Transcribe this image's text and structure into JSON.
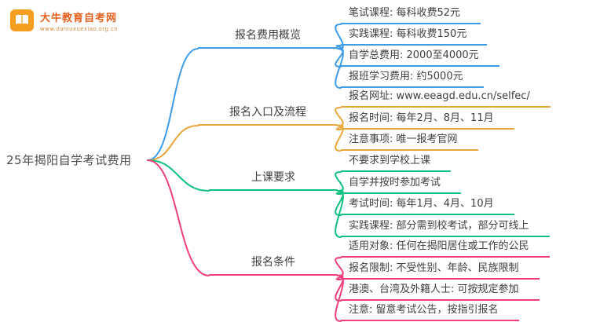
{
  "logo": {
    "title": "大牛教育自考网",
    "url": "www.daniuxuexiao.org.cn"
  },
  "root": {
    "label": "25年揭阳自学考试费用"
  },
  "colors": {
    "blue": "#3d9be9",
    "orange": "#eaa63a",
    "green": "#0ec17f",
    "pink": "#ee3e7d",
    "ink": "#3f3f3f",
    "root_ink": "#4a4a4a",
    "logo_red": "#e5601f",
    "logo_orange": "#f59e20",
    "logo_url": "#cf8a3e",
    "bg": "#ffffff"
  },
  "branches": [
    {
      "label": "报名费用概览",
      "color": "blue",
      "children": [
        {
          "label": "笔试课程: 每科收费52元"
        },
        {
          "label": "实践课程: 每科收费150元"
        },
        {
          "label": "自学总费用: 2000至4000元"
        },
        {
          "label": "报班学习费用: 约5000元"
        }
      ]
    },
    {
      "label": "报名入口及流程",
      "color": "orange",
      "children": [
        {
          "label": "报名网址: www.eeagd.edu.cn/selfec/"
        },
        {
          "label": "报名时间: 每年2月、8月、11月"
        },
        {
          "label": "注意事项: 唯一报考官网"
        }
      ]
    },
    {
      "label": "上课要求",
      "color": "green",
      "children": [
        {
          "label": "不要求到学校上课"
        },
        {
          "label": "自学并按时参加考试"
        },
        {
          "label": "考试时间: 每年1月、4月、10月"
        },
        {
          "label": "实践课程: 部分需到校考试，部分可线上"
        }
      ]
    },
    {
      "label": "报名条件",
      "color": "pink",
      "children": [
        {
          "label": "适用对象: 任何在揭阳居住或工作的公民"
        },
        {
          "label": "报名限制: 不受性别、年龄、民族限制"
        },
        {
          "label": "港澳、台湾及外籍人士: 可按规定参加"
        },
        {
          "label": "注意: 留意考试公告，按指引报名"
        }
      ]
    }
  ]
}
